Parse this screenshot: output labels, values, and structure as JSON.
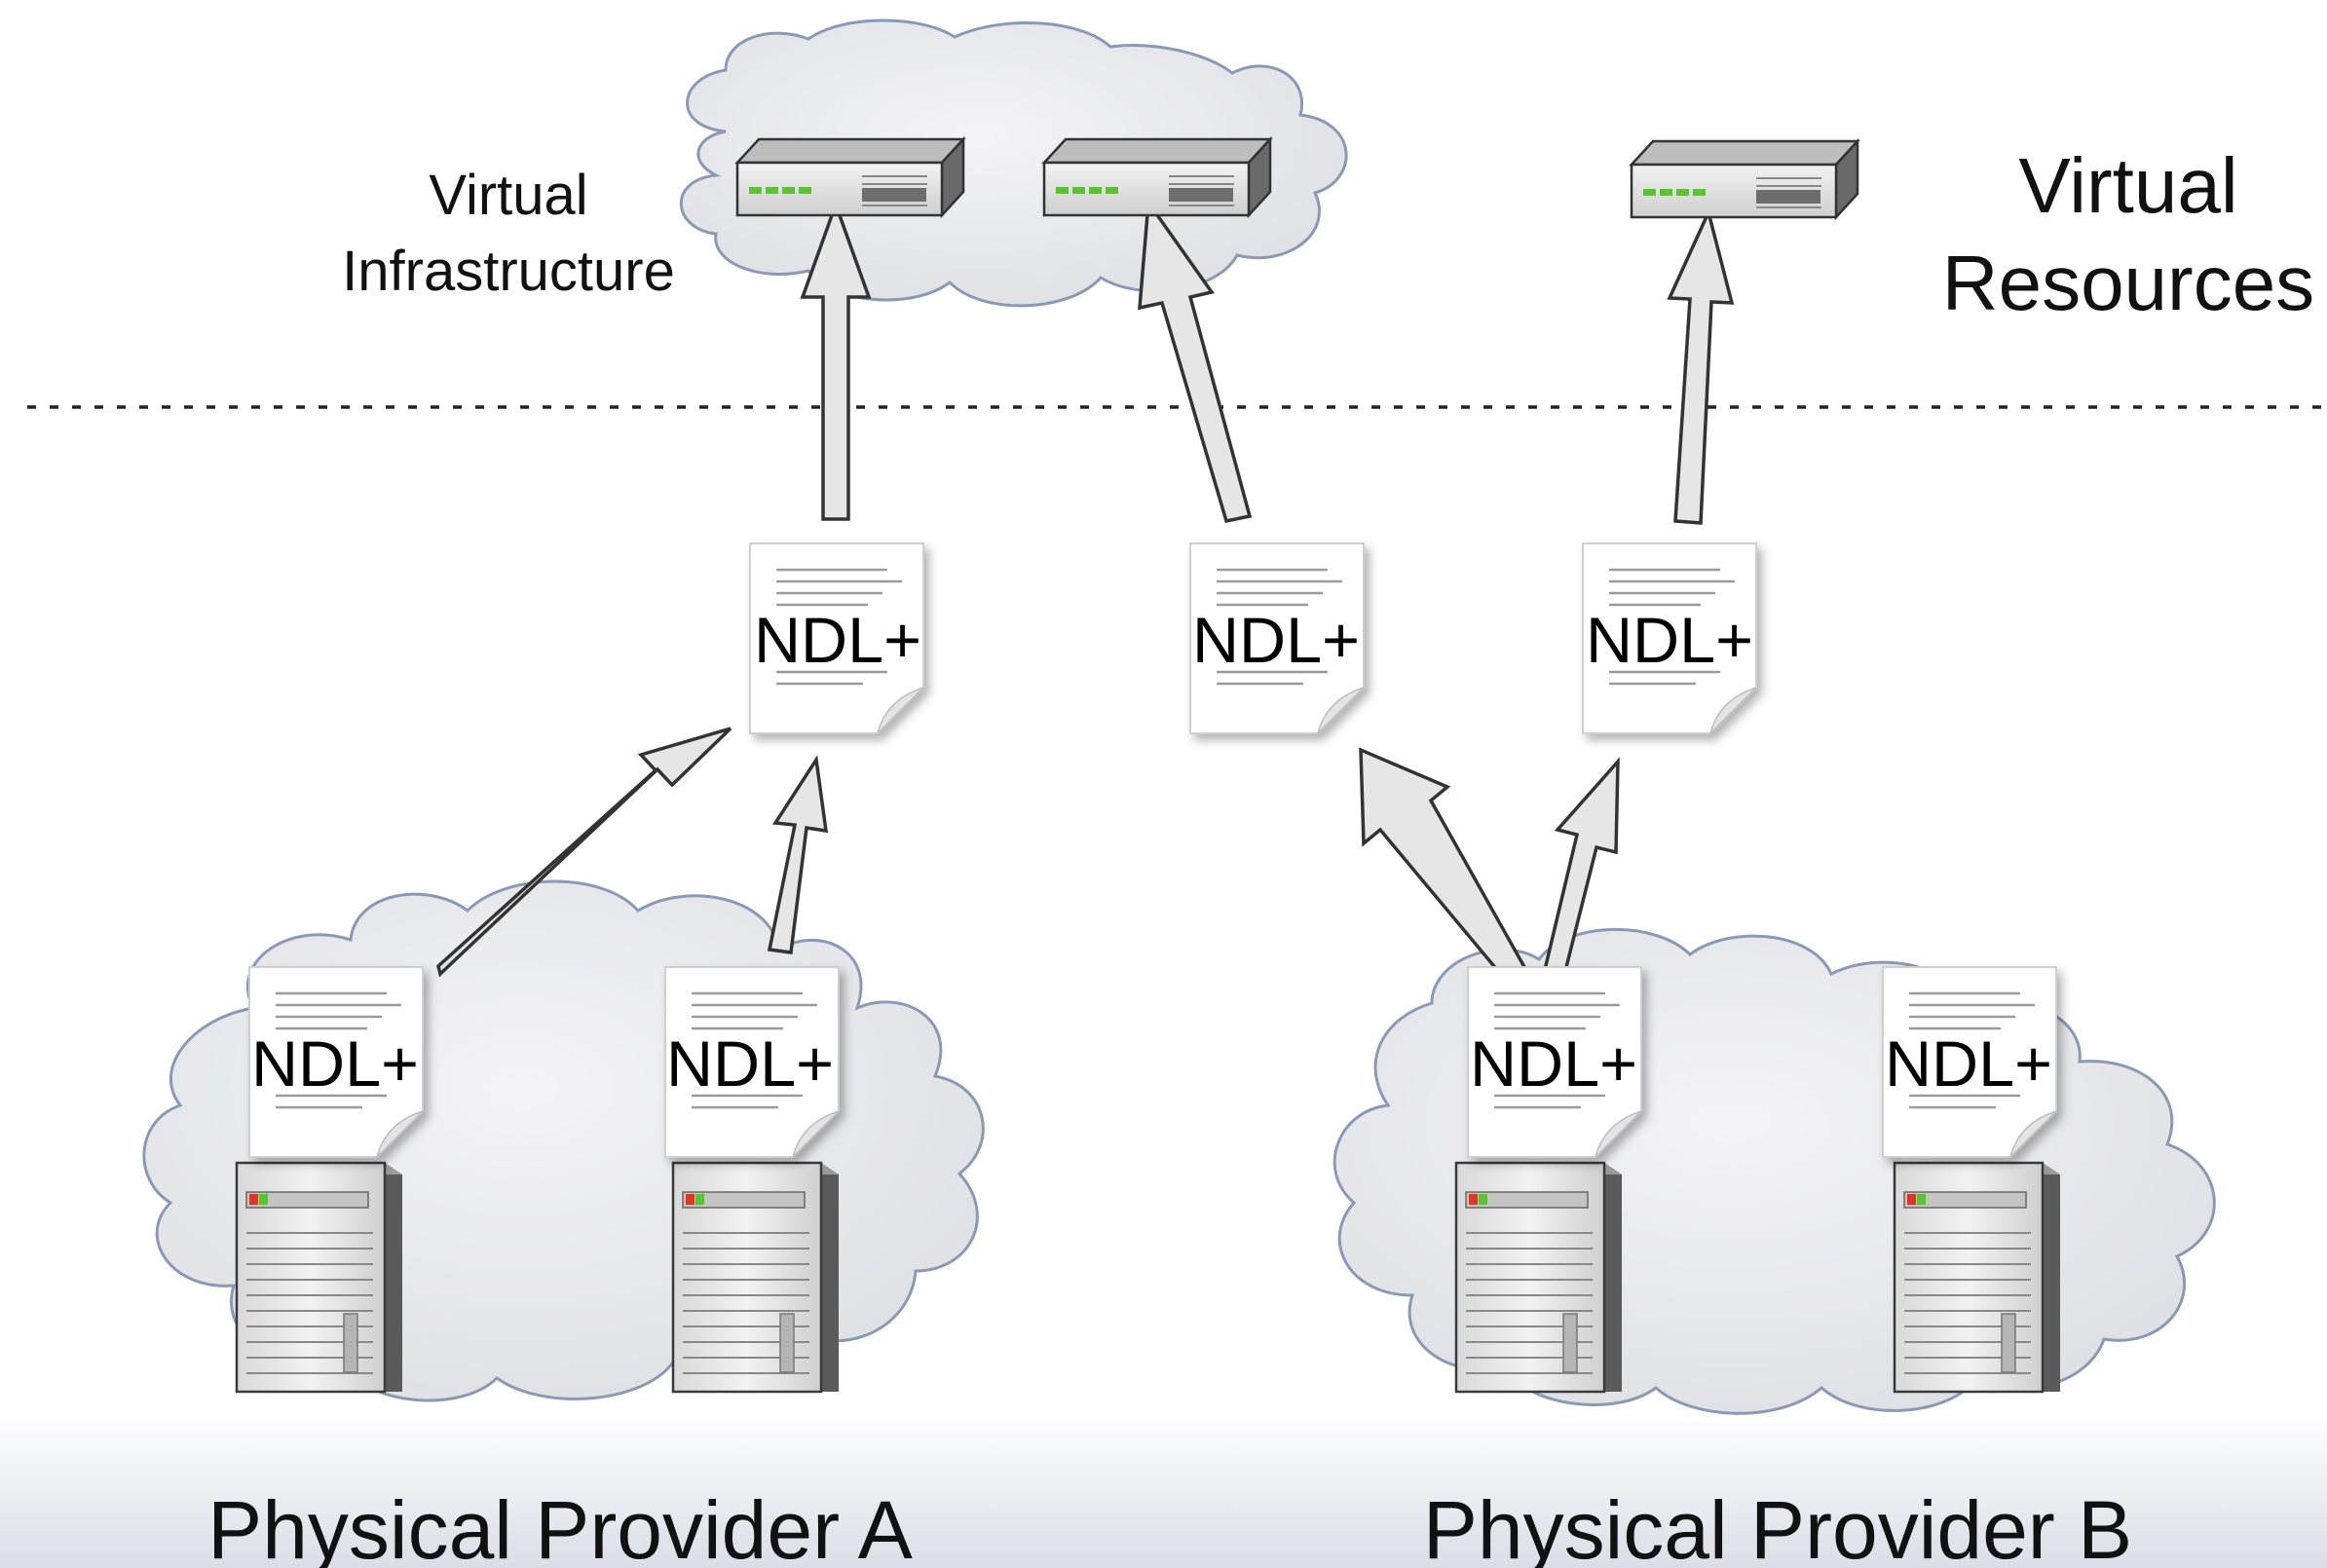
{
  "labels": {
    "virtual_infrastructure_line1": "Virtual",
    "virtual_infrastructure_line2": "Infrastructure",
    "virtual_resources_line1": "Virtual",
    "virtual_resources_line2": "Resources",
    "provider_a": "Physical Provider A",
    "provider_b": "Physical Provider B"
  },
  "documents": {
    "label": "NDL+"
  },
  "icons": [
    "cloud-icon",
    "switch-icon",
    "document-icon",
    "server-icon",
    "arrow-icon"
  ],
  "colors": {
    "cloud_fill": "#e9e9ec",
    "cloud_stroke": "#8a99b5",
    "arrow_fill": "#e6e6e6",
    "arrow_stroke": "#333333",
    "led_green": "#5fbf3a",
    "separator": "#222222",
    "footer_gradient_end": "#dcdde6"
  }
}
